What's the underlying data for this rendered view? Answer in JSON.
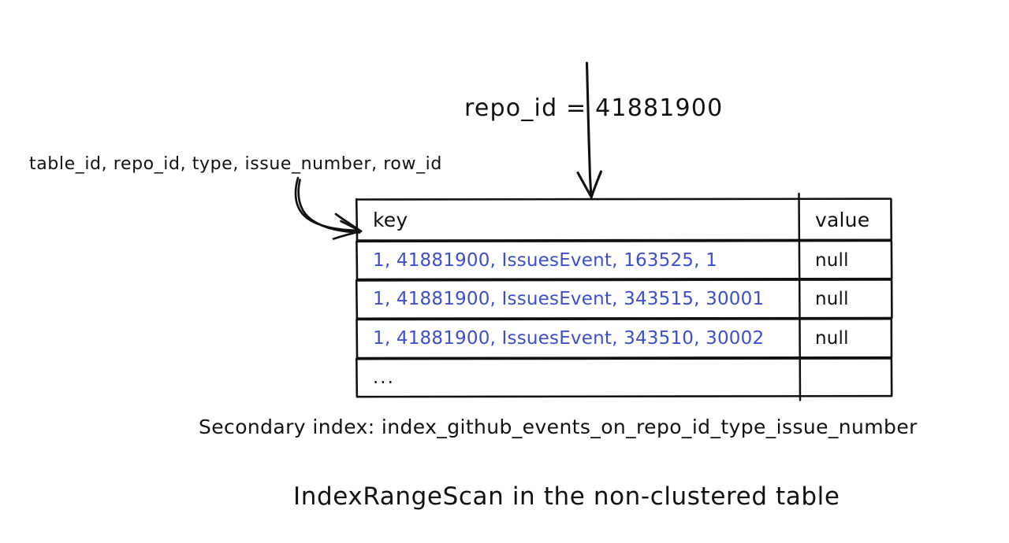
{
  "diagram": {
    "title": "IndexRangeScan in the non-clustered table",
    "caption": "Secondary index: index_github_events_on_repo_id_type_issue_number",
    "condition": "repo_id = 41881900",
    "condition_field": "repo_id",
    "condition_operator": "=",
    "condition_value": "41881900",
    "key_format_label": "table_id, repo_id, type, issue_number, row_id",
    "colors": {
      "ink": "#111111",
      "key_text": "#3b4fd0",
      "background": "#ffffff"
    }
  },
  "table": {
    "headers": {
      "key": "key",
      "value": "value"
    },
    "rows": [
      {
        "key": "1, 41881900, IssuesEvent, 163525, 1",
        "value": "null"
      },
      {
        "key": "1, 41881900, IssuesEvent, 343515, 30001",
        "value": "null"
      },
      {
        "key": "1, 41881900, IssuesEvent, 343510, 30002",
        "value": "null"
      },
      {
        "key": "...",
        "value": ""
      }
    ]
  },
  "annotations": {
    "down_arrow": "down-arrow-to-table",
    "curved_arrow": "curved-arrow-to-key-column"
  }
}
